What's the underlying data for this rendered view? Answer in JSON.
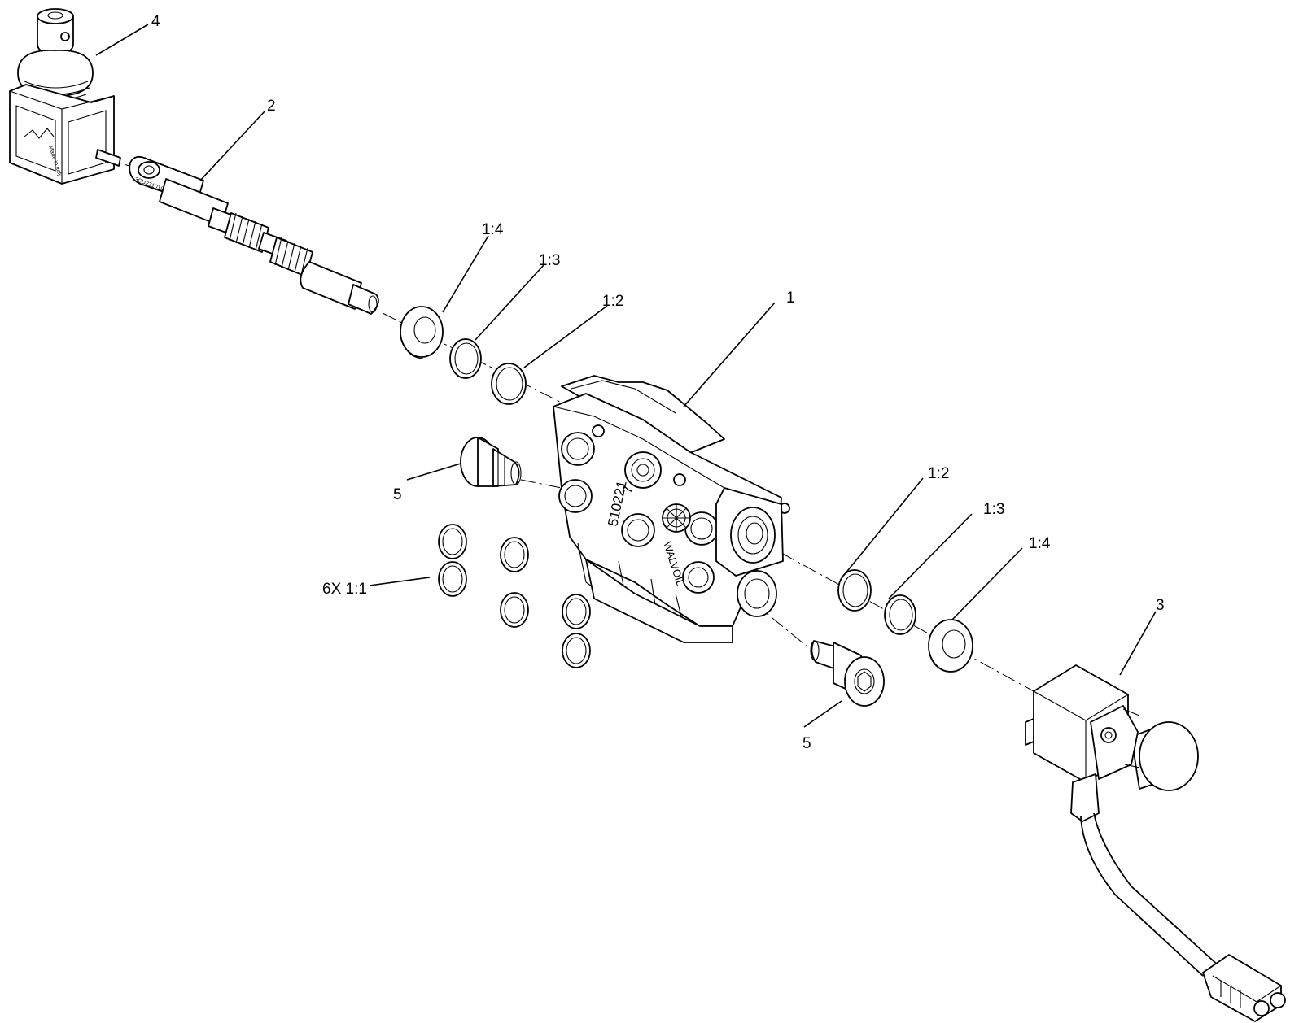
{
  "callouts": {
    "lever": "4",
    "spool": "2",
    "body": "1",
    "seal_top_outer": "1:4",
    "seal_top_mid": "1:3",
    "seal_top_inner": "1:2",
    "seal_bot_inner": "1:2",
    "seal_bot_mid": "1:3",
    "seal_bot_outer": "1:4",
    "plug_top": "5",
    "plug_bottom": "5",
    "orings": "6X 1:1",
    "solenoid": "3"
  },
  "stamps": {
    "body_number": "510221",
    "body_brand": "WALVOIL",
    "body_mark": "7",
    "lever_made_in": "Made in Italy",
    "spool_code": "3CU2210190"
  },
  "colors": {
    "line": "#000000",
    "background": "#ffffff"
  }
}
